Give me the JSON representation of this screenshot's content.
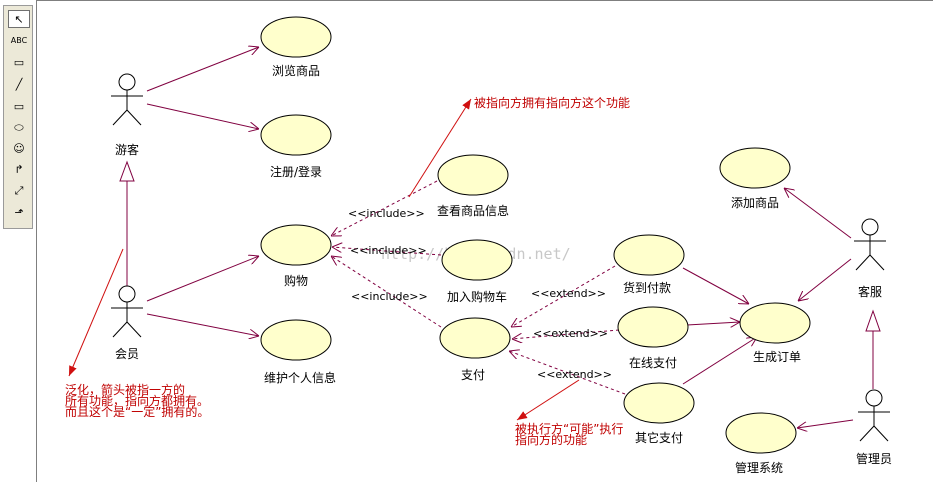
{
  "toolbar": {
    "tools": [
      {
        "name": "pointer",
        "glyph": "↖"
      },
      {
        "name": "text",
        "glyph": "ABC"
      },
      {
        "name": "note",
        "glyph": "▭"
      },
      {
        "name": "line",
        "glyph": "╱"
      },
      {
        "name": "package",
        "glyph": "▭"
      },
      {
        "name": "use-case",
        "glyph": "⬭"
      },
      {
        "name": "actor",
        "glyph": "☺"
      },
      {
        "name": "association",
        "glyph": "↱"
      },
      {
        "name": "dependency",
        "glyph": "⤢"
      },
      {
        "name": "generalization",
        "glyph": "⬏"
      }
    ]
  },
  "actors": {
    "visitor": "游客",
    "member": "会员",
    "support": "客服",
    "admin": "管理员"
  },
  "usecases": {
    "browse": "浏览商品",
    "register": "注册/登录",
    "shopping": "购物",
    "maintain": "维护个人信息",
    "view_info": "查看商品信息",
    "add_cart": "加入购物车",
    "pay": "支付",
    "cod": "货到付款",
    "online_pay": "在线支付",
    "other_pay": "其它支付",
    "order": "生成订单",
    "add_goods": "添加商品",
    "manage": "管理系统"
  },
  "stereotypes": {
    "include": "<<include>>",
    "extend": "<<extend>>"
  },
  "notes": {
    "include_note": "被指向方拥有指向方这个功能",
    "generalization_note": [
      "泛化，箭头被指一方的",
      "所有功能，指向方都拥有。",
      "而且这个是“一定”拥有的。"
    ],
    "extend_note": [
      "被执行方“可能”执行",
      "指向方的功能"
    ]
  },
  "watermark": "http://blog.csdn.net/",
  "colors": {
    "usecase_fill": "#ffffcc",
    "line": "#800040",
    "note": "#c00000"
  }
}
